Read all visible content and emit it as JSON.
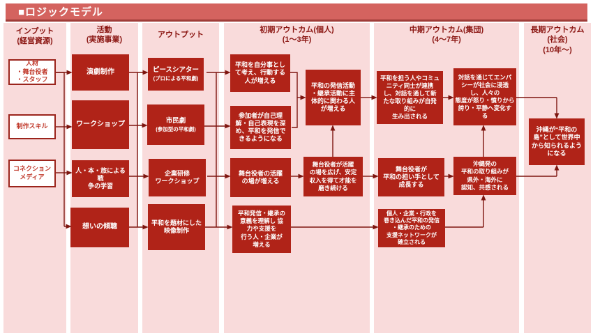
{
  "title": "■ロジックモデル",
  "colors": {
    "banner": "#d4635f",
    "banner_border": "#a03c38",
    "panel": "#f9dbdb",
    "box": "#b02318",
    "box_text": "#ffffff",
    "header": "#8a1511",
    "arrow": "#7d150f",
    "input_border": "#9b241c",
    "input_text": "#c0392b"
  },
  "columns": [
    {
      "header": "インプット\n(経営資源)"
    },
    {
      "header": "活動\n(実施事業)"
    },
    {
      "header": "アウトプット"
    },
    {
      "header": "初期アウトカム(個人)\n(1〜3年)"
    },
    {
      "header": "中期アウトカム(集団)\n(4〜7年)"
    },
    {
      "header": "長期アウトカム\n(社会)\n(10年〜)"
    }
  ],
  "inputs": [
    {
      "text": "人材\n・舞台役者\n・スタッフ"
    },
    {
      "text": "制作スキル"
    },
    {
      "text": "コネクション\nメディア"
    }
  ],
  "activities": [
    {
      "text": "演劇制作"
    },
    {
      "text": "ワークショップ"
    },
    {
      "text": "人・本・旅による戦\n争の学習"
    },
    {
      "text": "想いの傾聴"
    }
  ],
  "outputs": [
    {
      "main": "ピースシアター",
      "sub": "(プロによる平和劇)"
    },
    {
      "main": "市民劇",
      "sub": "(参加型の平和劇)"
    },
    {
      "main": "企業研修\nワークショップ",
      "sub": ""
    },
    {
      "main": "平和を題材にした\n映像制作",
      "sub": ""
    }
  ],
  "early_outcomes": [
    {
      "text": "平和を自分事とし\nて考え、行動する\n人が増える"
    },
    {
      "text": "参加者が自己理\n解・自己表現を深\nめ、平和を発信で\nきるようになる"
    },
    {
      "text": "舞台役者の活躍\nの場が増える"
    },
    {
      "text": "平和発信・継承の\n意義を理解し 協\n力や支援を\n行う人・企業が\n増える"
    },
    {
      "text": "平和の発信活動\n・継承活動に主\n体的に関わる人\nが増える"
    },
    {
      "text": "舞台役者が活躍\nの場を広げ、安定\n収入を得て才能を\n磨き続ける"
    }
  ],
  "mid_outcomes": [
    {
      "text": "平和を担う人やコミュ\nニティ同士が連携\nし、対話を通して新\nたな取り組みが自発\n的に\n生み出される"
    },
    {
      "text": "対話を通じてエンパ\nシーが社会に浸透\nし、人々の\n態度が怒り・憤りから\n誇り・平静へ変化す\nる"
    },
    {
      "text": "舞台役者が\n平和の担い手として\n成長する"
    },
    {
      "text": "沖縄発の\n平和の取り組みが\n県外・海外に\n認知、共感される"
    },
    {
      "text": "個人・企業・行政を\n巻き込んだ平和の発信\n・継承のための\n支援ネットワークが\n確立される"
    }
  ],
  "long_outcomes": [
    {
      "text": "沖縄が“平和の\n島”として世界中\nから知られるよう\nになる"
    }
  ]
}
